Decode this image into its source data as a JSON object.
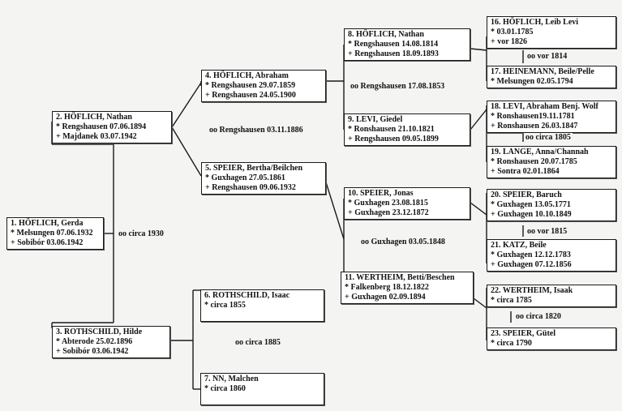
{
  "persons": {
    "p1": {
      "name": "1. HÖFLICH, Gerda",
      "l1": "* Melsungen 07.06.1932",
      "l2": "+ Sobibór 03.06.1942"
    },
    "p2": {
      "name": "2. HÖFLICH, Nathan",
      "l1": "* Rengshausen 07.06.1894",
      "l2": "+ Majdanek 03.07.1942"
    },
    "p3": {
      "name": "3. ROTHSCHILD, Hilde",
      "l1": "* Abterode 25.02.1896",
      "l2": "+ Sobibór 03.06.1942"
    },
    "p4": {
      "name": "4. HÖFLICH, Abraham",
      "l1": "* Rengshausen 29.07.1859",
      "l2": "+ Rengshausen 24.05.1900"
    },
    "p5": {
      "name": "5. SPEIER, Bertha/Beilchen",
      "l1": "* Guxhagen 27.05.1861",
      "l2": "+ Rengshausen 09.06.1932"
    },
    "p6": {
      "name": "6. ROTHSCHILD, Isaac",
      "l1": "* circa 1855"
    },
    "p7": {
      "name": "7. NN, Malchen",
      "l1": "* circa 1860"
    },
    "p8": {
      "name": "8. HÖFLICH, Nathan",
      "l1": "* Rengshausen 14.08.1814",
      "l2": "+ Rengshausen 18.09.1893"
    },
    "p9": {
      "name": "9. LEVI, Giedel",
      "l1": "* Ronshausen 21.10.1821",
      "l2": "+ Rengshausen 09.05.1899"
    },
    "p10": {
      "name": "10. SPEIER, Jonas",
      "l1": "* Guxhagen 23.08.1815",
      "l2": "+ Guxhagen 23.12.1872"
    },
    "p11": {
      "name": "11. WERTHEIM, Betti/Beschen",
      "l1": "* Falkenberg 18.12.1822",
      "l2": "+ Guxhagen 02.09.1894"
    },
    "p16": {
      "name": "16. HÖFLICH, Leib Levi",
      "l1": "* 03.01.1785",
      "l2": "+ vor 1826"
    },
    "p17": {
      "name": "17. HEINEMANN, Beile/Pelle",
      "l1": "* Melsungen 02.05.1794"
    },
    "p18": {
      "name": "18. LEVI, Abraham Benj. Wolf",
      "l1": "* Ronshausen19.11.1781",
      "l2": "+ Ronshausen 26.03.1847"
    },
    "p19": {
      "name": "19. LANGE, Anna/Channah",
      "l1": "* Ronshausen 20.07.1785",
      "l2": "+ Sontra 02.01.1864"
    },
    "p20": {
      "name": "20. SPEIER, Baruch",
      "l1": "* Guxhagen 13.05.1771",
      "l2": "+ Guxhagen 10.10.1849"
    },
    "p21": {
      "name": "21. KATZ, Beile",
      "l1": "* Guxhagen 12.12.1783",
      "l2": "+ Guxhagen 07.12.1856"
    },
    "p22": {
      "name": "22. WERTHEIM, Isaak",
      "l1": "* circa 1785"
    },
    "p23": {
      "name": "23. SPEIER, Gütel",
      "l1": "* circa 1790"
    }
  },
  "marriages": {
    "m2_3": "oo circa 1930",
    "m4_5": "oo Rengshausen 03.11.1886",
    "m6_7": "oo circa 1885",
    "m8_9": "oo Rengshausen 17.08.1853",
    "m10_11": "oo Guxhagen 03.05.1848",
    "m16_17": "oo vor 1814",
    "m18_19": "oo circa 1805",
    "m20_21": "oo vor 1815",
    "m22_23": "oo circa 1820"
  }
}
